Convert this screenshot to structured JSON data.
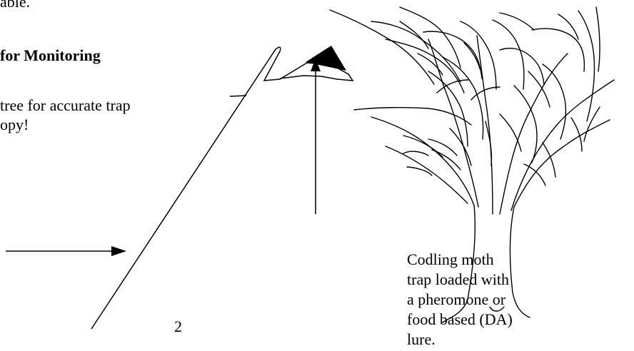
{
  "text_fragments": {
    "top": "able.",
    "heading": "for Monitoring",
    "body_line1": "tree for accurate trap",
    "body_line2": "opy!"
  },
  "caption": {
    "lines": [
      "Codling moth",
      "trap loaded with",
      "a pheromone or",
      "food based (DA)",
      "lure."
    ]
  },
  "page_number": "2"
}
